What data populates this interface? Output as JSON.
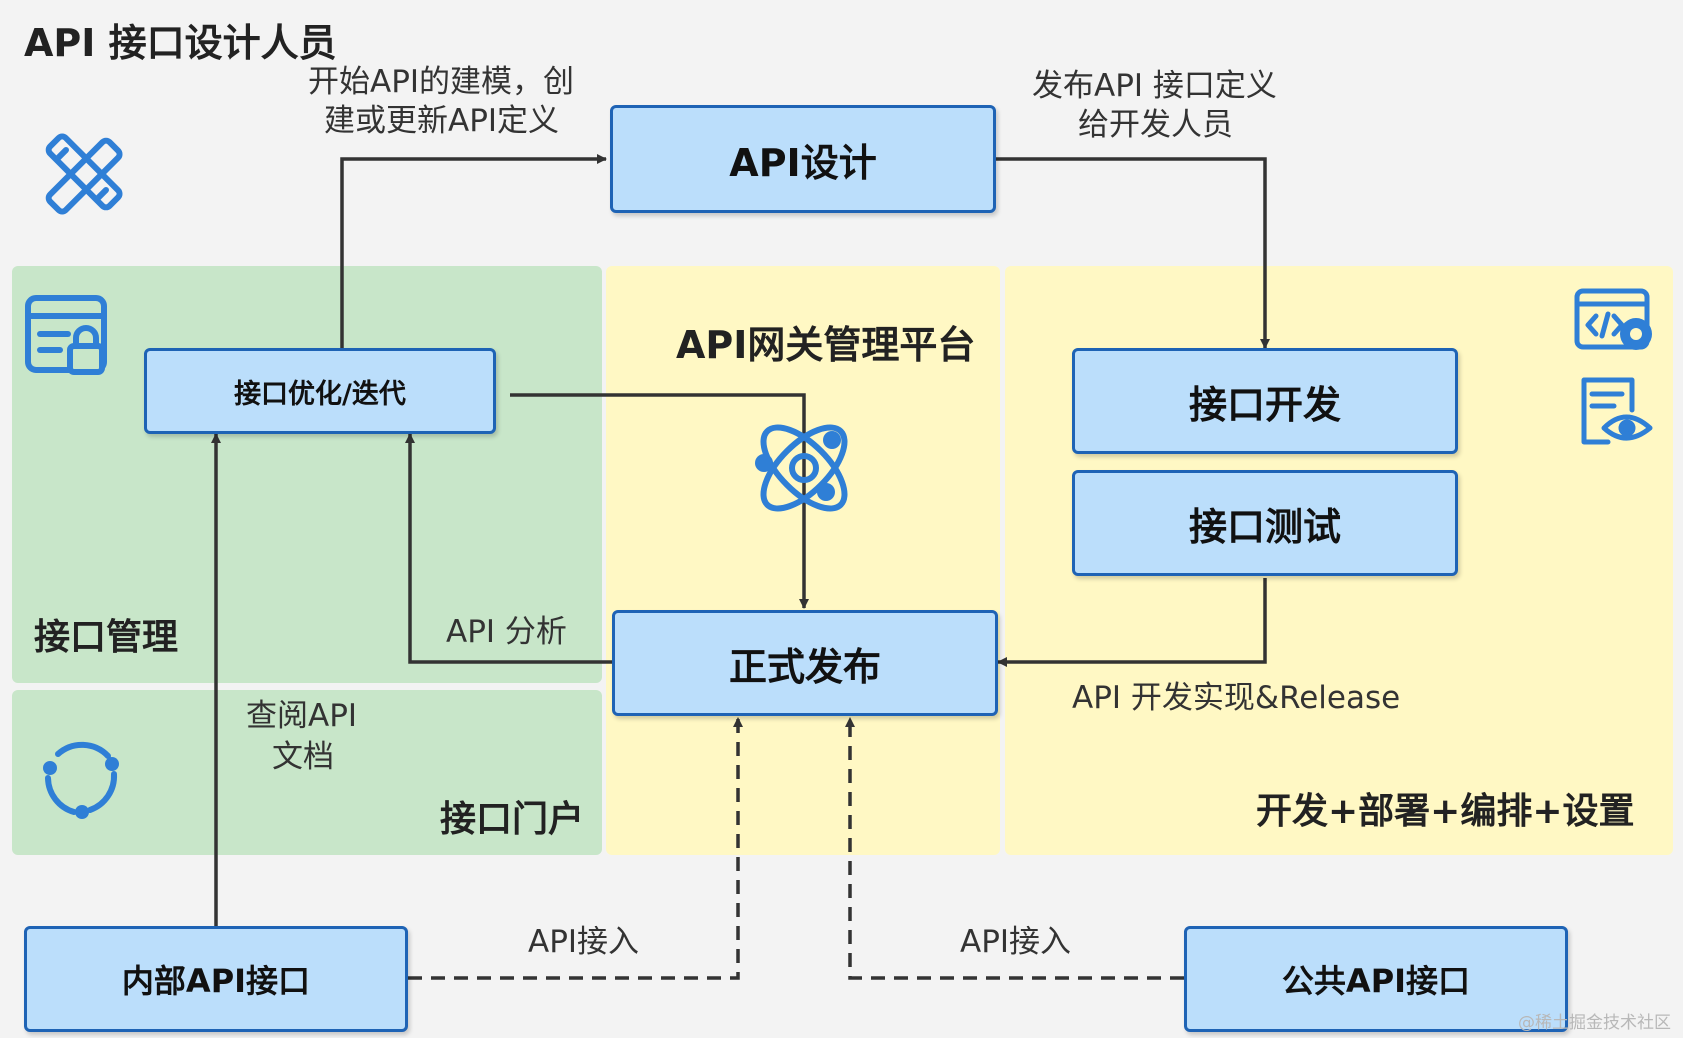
{
  "header": {
    "title": "API 接口设计人员"
  },
  "regions": {
    "interface_mgmt": "接口管理",
    "portal": "接口门户",
    "gateway": "API网关管理平台",
    "dev_deploy": "开发+部署+编排+设置"
  },
  "boxes": {
    "api_design": "API设计",
    "optimize": "接口优化/迭代",
    "dev": "接口开发",
    "test": "接口测试",
    "release": "正式发布",
    "internal": "内部API接口",
    "public": "公共API接口"
  },
  "edge_labels": {
    "start_modeling_1": "开始API的建模，创",
    "start_modeling_2": "建或更新API定义",
    "publish_def_1": "发布API 接口定义",
    "publish_def_2": "给开发人员",
    "analysis": "API 分析",
    "view_doc_1": "查阅API",
    "view_doc_2": "文档",
    "dev_release": "API 开发实现&Release",
    "access_left": "API接入",
    "access_right": "API接入"
  },
  "watermark": "@稀土掘金技术社区",
  "icons": [
    "design-tools-icon",
    "lock-card-icon",
    "atom-icon",
    "sync-cycle-icon",
    "code-gear-icon",
    "doc-eye-icon"
  ],
  "colors": {
    "box_fill": "#bbdefb",
    "box_border": "#1e63b5",
    "green_region": "#c8e6c9",
    "yellow_region": "#fff8c4",
    "icon_blue": "#2f7fd6",
    "arrow": "#333333"
  }
}
